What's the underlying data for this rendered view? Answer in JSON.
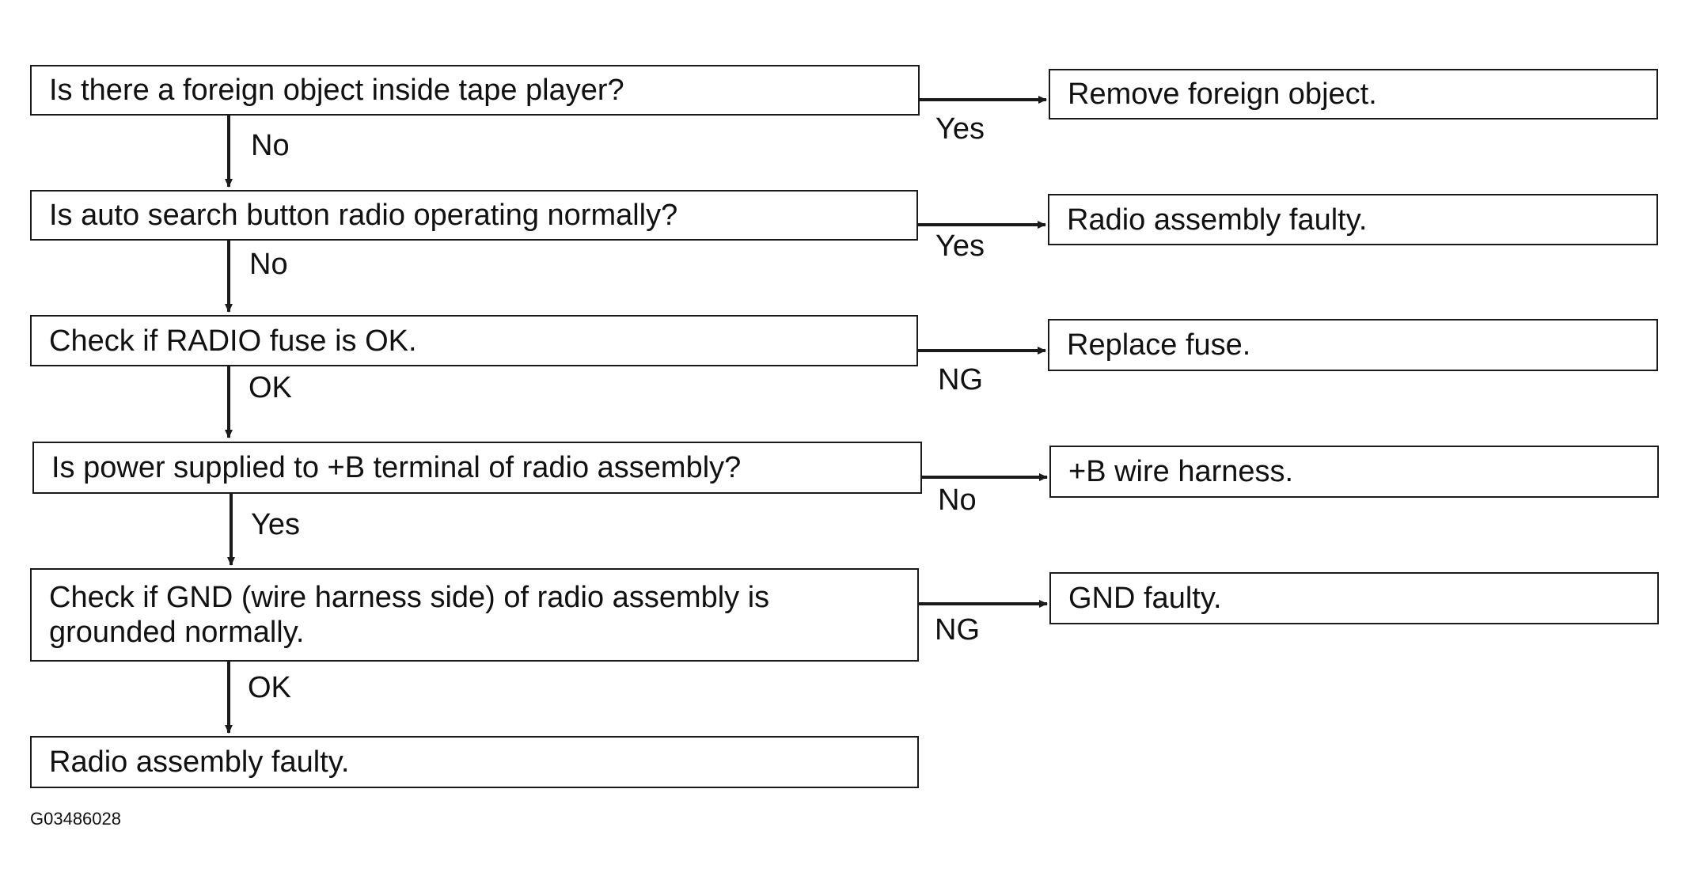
{
  "steps": [
    {
      "question": "Is there a foreign object inside tape player?",
      "side_result": "Remove foreign object.",
      "side_label": "Yes",
      "down_label": "No"
    },
    {
      "question": "Is auto search button radio operating normally?",
      "side_result": "Radio assembly faulty.",
      "side_label": "Yes",
      "down_label": "No"
    },
    {
      "question": "Check if RADIO fuse is OK.",
      "side_result": "Replace fuse.",
      "side_label": "NG",
      "down_label": "OK"
    },
    {
      "question": "Is power supplied to +B terminal of radio assembly?",
      "side_result": "+B wire harness.",
      "side_label": "No",
      "down_label": "Yes"
    },
    {
      "question_line1": "Check if GND (wire harness side) of radio assembly is",
      "question_line2": "grounded normally.",
      "side_result": "GND faulty.",
      "side_label": "NG",
      "down_label": "OK"
    }
  ],
  "final_result": "Radio assembly faulty.",
  "figure_code": "G03486028",
  "colors": {
    "line": "#1a1a1a",
    "background": "#ffffff"
  }
}
